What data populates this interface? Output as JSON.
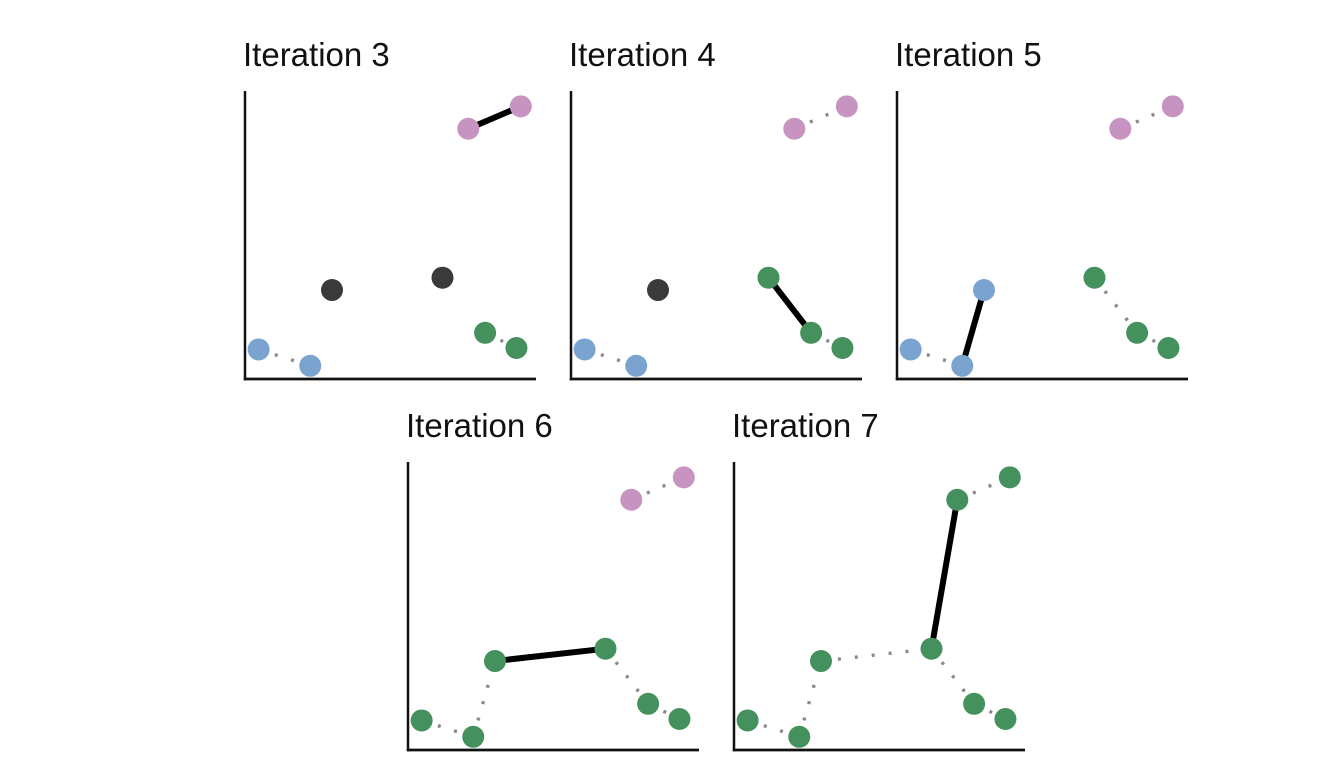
{
  "palette": {
    "blue": "#7aa3cf",
    "green": "#45915e",
    "pink": "#c794c1",
    "dark": "#3a3a3c",
    "solid_edge": "#000000",
    "dotted_edge": "#8a8a8a",
    "axis": "#111111",
    "background": "#ffffff"
  },
  "chart_data": [
    {
      "type": "scatter",
      "title": "Iteration 3",
      "axis": {
        "frame": "left-bottom",
        "x_ticks": [],
        "y_ticks": [],
        "xlim": [
          0,
          1
        ],
        "ylim": [
          0,
          1
        ],
        "grid": false
      },
      "legend": null,
      "points": [
        {
          "id": "A",
          "x": 0.047,
          "y": 0.103,
          "color": "blue"
        },
        {
          "id": "B",
          "x": 0.225,
          "y": 0.046,
          "color": "blue"
        },
        {
          "id": "C",
          "x": 0.3,
          "y": 0.31,
          "color": "dark"
        },
        {
          "id": "D",
          "x": 0.681,
          "y": 0.353,
          "color": "dark"
        },
        {
          "id": "E",
          "x": 0.828,
          "y": 0.161,
          "color": "green"
        },
        {
          "id": "F",
          "x": 0.936,
          "y": 0.108,
          "color": "green"
        },
        {
          "id": "G",
          "x": 0.77,
          "y": 0.872,
          "color": "pink"
        },
        {
          "id": "H",
          "x": 0.951,
          "y": 0.95,
          "color": "pink"
        }
      ],
      "edges": [
        {
          "from": "A",
          "to": "B",
          "style": "dotted"
        },
        {
          "from": "E",
          "to": "F",
          "style": "dotted"
        },
        {
          "from": "G",
          "to": "H",
          "style": "solid"
        }
      ]
    },
    {
      "type": "scatter",
      "title": "Iteration 4",
      "axis": {
        "frame": "left-bottom",
        "x_ticks": [],
        "y_ticks": [],
        "xlim": [
          0,
          1
        ],
        "ylim": [
          0,
          1
        ],
        "grid": false
      },
      "legend": null,
      "points": [
        {
          "id": "A",
          "x": 0.047,
          "y": 0.103,
          "color": "blue"
        },
        {
          "id": "B",
          "x": 0.225,
          "y": 0.046,
          "color": "blue"
        },
        {
          "id": "C",
          "x": 0.3,
          "y": 0.31,
          "color": "dark"
        },
        {
          "id": "D",
          "x": 0.681,
          "y": 0.353,
          "color": "green"
        },
        {
          "id": "E",
          "x": 0.828,
          "y": 0.161,
          "color": "green"
        },
        {
          "id": "F",
          "x": 0.936,
          "y": 0.108,
          "color": "green"
        },
        {
          "id": "G",
          "x": 0.77,
          "y": 0.872,
          "color": "pink"
        },
        {
          "id": "H",
          "x": 0.951,
          "y": 0.95,
          "color": "pink"
        }
      ],
      "edges": [
        {
          "from": "A",
          "to": "B",
          "style": "dotted"
        },
        {
          "from": "E",
          "to": "F",
          "style": "dotted"
        },
        {
          "from": "G",
          "to": "H",
          "style": "dotted"
        },
        {
          "from": "D",
          "to": "E",
          "style": "solid"
        }
      ]
    },
    {
      "type": "scatter",
      "title": "Iteration 5",
      "axis": {
        "frame": "left-bottom",
        "x_ticks": [],
        "y_ticks": [],
        "xlim": [
          0,
          1
        ],
        "ylim": [
          0,
          1
        ],
        "grid": false
      },
      "legend": null,
      "points": [
        {
          "id": "A",
          "x": 0.047,
          "y": 0.103,
          "color": "blue"
        },
        {
          "id": "B",
          "x": 0.225,
          "y": 0.046,
          "color": "blue"
        },
        {
          "id": "C",
          "x": 0.3,
          "y": 0.31,
          "color": "blue"
        },
        {
          "id": "D",
          "x": 0.681,
          "y": 0.353,
          "color": "green"
        },
        {
          "id": "E",
          "x": 0.828,
          "y": 0.161,
          "color": "green"
        },
        {
          "id": "F",
          "x": 0.936,
          "y": 0.108,
          "color": "green"
        },
        {
          "id": "G",
          "x": 0.77,
          "y": 0.872,
          "color": "pink"
        },
        {
          "id": "H",
          "x": 0.951,
          "y": 0.95,
          "color": "pink"
        }
      ],
      "edges": [
        {
          "from": "A",
          "to": "B",
          "style": "dotted"
        },
        {
          "from": "D",
          "to": "E",
          "style": "dotted"
        },
        {
          "from": "E",
          "to": "F",
          "style": "dotted"
        },
        {
          "from": "G",
          "to": "H",
          "style": "dotted"
        },
        {
          "from": "B",
          "to": "C",
          "style": "solid"
        }
      ]
    },
    {
      "type": "scatter",
      "title": "Iteration 6",
      "axis": {
        "frame": "left-bottom",
        "x_ticks": [],
        "y_ticks": [],
        "xlim": [
          0,
          1
        ],
        "ylim": [
          0,
          1
        ],
        "grid": false
      },
      "legend": null,
      "points": [
        {
          "id": "A",
          "x": 0.047,
          "y": 0.103,
          "color": "green"
        },
        {
          "id": "B",
          "x": 0.225,
          "y": 0.046,
          "color": "green"
        },
        {
          "id": "C",
          "x": 0.3,
          "y": 0.31,
          "color": "green"
        },
        {
          "id": "D",
          "x": 0.681,
          "y": 0.353,
          "color": "green"
        },
        {
          "id": "E",
          "x": 0.828,
          "y": 0.161,
          "color": "green"
        },
        {
          "id": "F",
          "x": 0.936,
          "y": 0.108,
          "color": "green"
        },
        {
          "id": "G",
          "x": 0.77,
          "y": 0.872,
          "color": "pink"
        },
        {
          "id": "H",
          "x": 0.951,
          "y": 0.95,
          "color": "pink"
        }
      ],
      "edges": [
        {
          "from": "A",
          "to": "B",
          "style": "dotted"
        },
        {
          "from": "B",
          "to": "C",
          "style": "dotted"
        },
        {
          "from": "D",
          "to": "E",
          "style": "dotted"
        },
        {
          "from": "E",
          "to": "F",
          "style": "dotted"
        },
        {
          "from": "G",
          "to": "H",
          "style": "dotted"
        },
        {
          "from": "C",
          "to": "D",
          "style": "solid"
        }
      ]
    },
    {
      "type": "scatter",
      "title": "Iteration 7",
      "axis": {
        "frame": "left-bottom",
        "x_ticks": [],
        "y_ticks": [],
        "xlim": [
          0,
          1
        ],
        "ylim": [
          0,
          1
        ],
        "grid": false
      },
      "legend": null,
      "points": [
        {
          "id": "A",
          "x": 0.047,
          "y": 0.103,
          "color": "green"
        },
        {
          "id": "B",
          "x": 0.225,
          "y": 0.046,
          "color": "green"
        },
        {
          "id": "C",
          "x": 0.3,
          "y": 0.31,
          "color": "green"
        },
        {
          "id": "D",
          "x": 0.681,
          "y": 0.353,
          "color": "green"
        },
        {
          "id": "E",
          "x": 0.828,
          "y": 0.161,
          "color": "green"
        },
        {
          "id": "F",
          "x": 0.936,
          "y": 0.108,
          "color": "green"
        },
        {
          "id": "G",
          "x": 0.77,
          "y": 0.872,
          "color": "green"
        },
        {
          "id": "H",
          "x": 0.951,
          "y": 0.95,
          "color": "green"
        }
      ],
      "edges": [
        {
          "from": "A",
          "to": "B",
          "style": "dotted"
        },
        {
          "from": "B",
          "to": "C",
          "style": "dotted"
        },
        {
          "from": "C",
          "to": "D",
          "style": "dotted"
        },
        {
          "from": "D",
          "to": "E",
          "style": "dotted"
        },
        {
          "from": "E",
          "to": "F",
          "style": "dotted"
        },
        {
          "from": "G",
          "to": "H",
          "style": "dotted"
        },
        {
          "from": "D",
          "to": "G",
          "style": "solid"
        }
      ]
    }
  ]
}
